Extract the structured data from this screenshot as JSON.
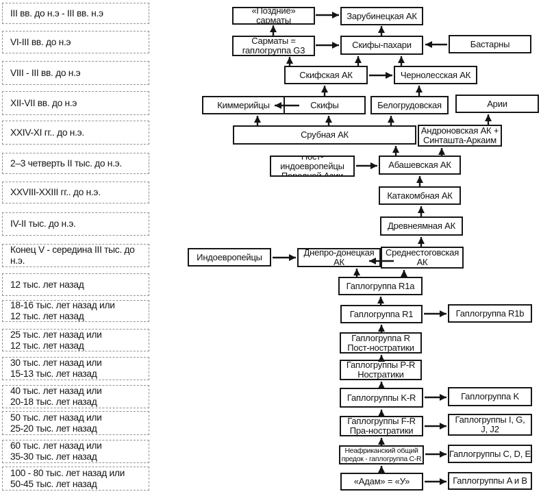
{
  "colors": {
    "background": "#ffffff",
    "node_border": "#161616",
    "timeline_border": "#8f8f8f",
    "arrow": "#141414",
    "text": "#111111"
  },
  "timeline": {
    "items": [
      {
        "label": "III вв. до н.э - III вв. н.э"
      },
      {
        "label": "VI-III вв. до н.э"
      },
      {
        "label": "VIII - III вв. до н.э"
      },
      {
        "label": "XII-VII вв. до н.э"
      },
      {
        "label": "XXIV-XI гг.. до н.э."
      },
      {
        "label": "2–3 четверть II тыс. до н.э."
      },
      {
        "label": "XXVIII-XXIII гг.. до н.э."
      },
      {
        "label": "IV-II тыс. до н.э."
      },
      {
        "label": "Конец V - середина III тыс. до н.э."
      },
      {
        "label": "12 тыс. лет назад"
      },
      {
        "label": "18-16 тыс. лет назад или\n12 тыс. лет назад"
      },
      {
        "label": "25 тыс. лет назад или\n12 тыс. лет назад"
      },
      {
        "label": "30 тыс. лет назад или\n15-13 тыс. лет назад"
      },
      {
        "label": "40 тыс. лет назад или\n20-18 тыс. лет назад"
      },
      {
        "label": "50 тыс. лет назад или\n25-20 тыс. лет назад"
      },
      {
        "label": "60 тыс. лет назад или\n35-30 тыс. лет назад"
      },
      {
        "label": "100 - 80 тыс. лет назад или\n50-45 тыс. лет назад"
      }
    ]
  },
  "flowchart": {
    "nodes": {
      "pozdnie_sarmaty": {
        "label": "«Поздние» сарматы"
      },
      "zarubineckaya": {
        "label": "Зарубинецкая АК"
      },
      "sarmaty_g3": {
        "label": "Сарматы =\nгаплогруппа G3"
      },
      "skify_pahari": {
        "label": "Скифы-пахари"
      },
      "bastarny": {
        "label": "Бастарны"
      },
      "skifskaya_ak": {
        "label": "Скифская АК"
      },
      "chernolesskaya": {
        "label": "Чернолесская АК"
      },
      "kimmerijcy": {
        "label": "Киммерийцы"
      },
      "skify": {
        "label": "Скифы"
      },
      "belogrudovskaya": {
        "label": "Белогрудовская"
      },
      "arii": {
        "label": "Арии"
      },
      "srubnaya": {
        "label": "Срубная АК"
      },
      "andronovskaya": {
        "label": "Андроновская АК +\nСинташта-Аркаим"
      },
      "post_indoevropejcy": {
        "label": "Пост-индоевропейцы\nПередней Азии"
      },
      "abashevskaya": {
        "label": "Абашевская АК"
      },
      "katakombnaya": {
        "label": "Катакомбная АК"
      },
      "drevneyamnaya": {
        "label": "Древнеямная АК"
      },
      "indoevropejcy": {
        "label": "Индоевропейцы"
      },
      "dnepro_doneckaya": {
        "label": "Днепро-донецкая АК"
      },
      "srednestogovskaya": {
        "label": "Среднестоговская\nАК"
      },
      "r1a": {
        "label": "Гаплогруппа R1a"
      },
      "r1": {
        "label": "Гаплогруппа R1"
      },
      "r1b": {
        "label": "Гаплогруппа R1b"
      },
      "r_post_nostratiki": {
        "label": "Гаплогруппа R\nПост-ностратики"
      },
      "pr_nostratiki": {
        "label": "Гаплогруппы P-R\nНостратики"
      },
      "kr": {
        "label": "Гаплогруппы K-R"
      },
      "k": {
        "label": "Гаплогруппа K"
      },
      "fr_pra_nostratiki": {
        "label": "Гаплогруппы F-R\nПра-ностратики"
      },
      "igj": {
        "label": "Гаплогруппы I, G,\nJ, J2"
      },
      "neafrikanskij": {
        "label": "Неафриканский общий\nпредок - гаплогруппа C-R"
      },
      "cde": {
        "label": "Гаплогруппы C, D, E"
      },
      "adam": {
        "label": "«Адам» = «У»"
      },
      "ab": {
        "label": "Гаплогруппы A и B"
      }
    }
  }
}
